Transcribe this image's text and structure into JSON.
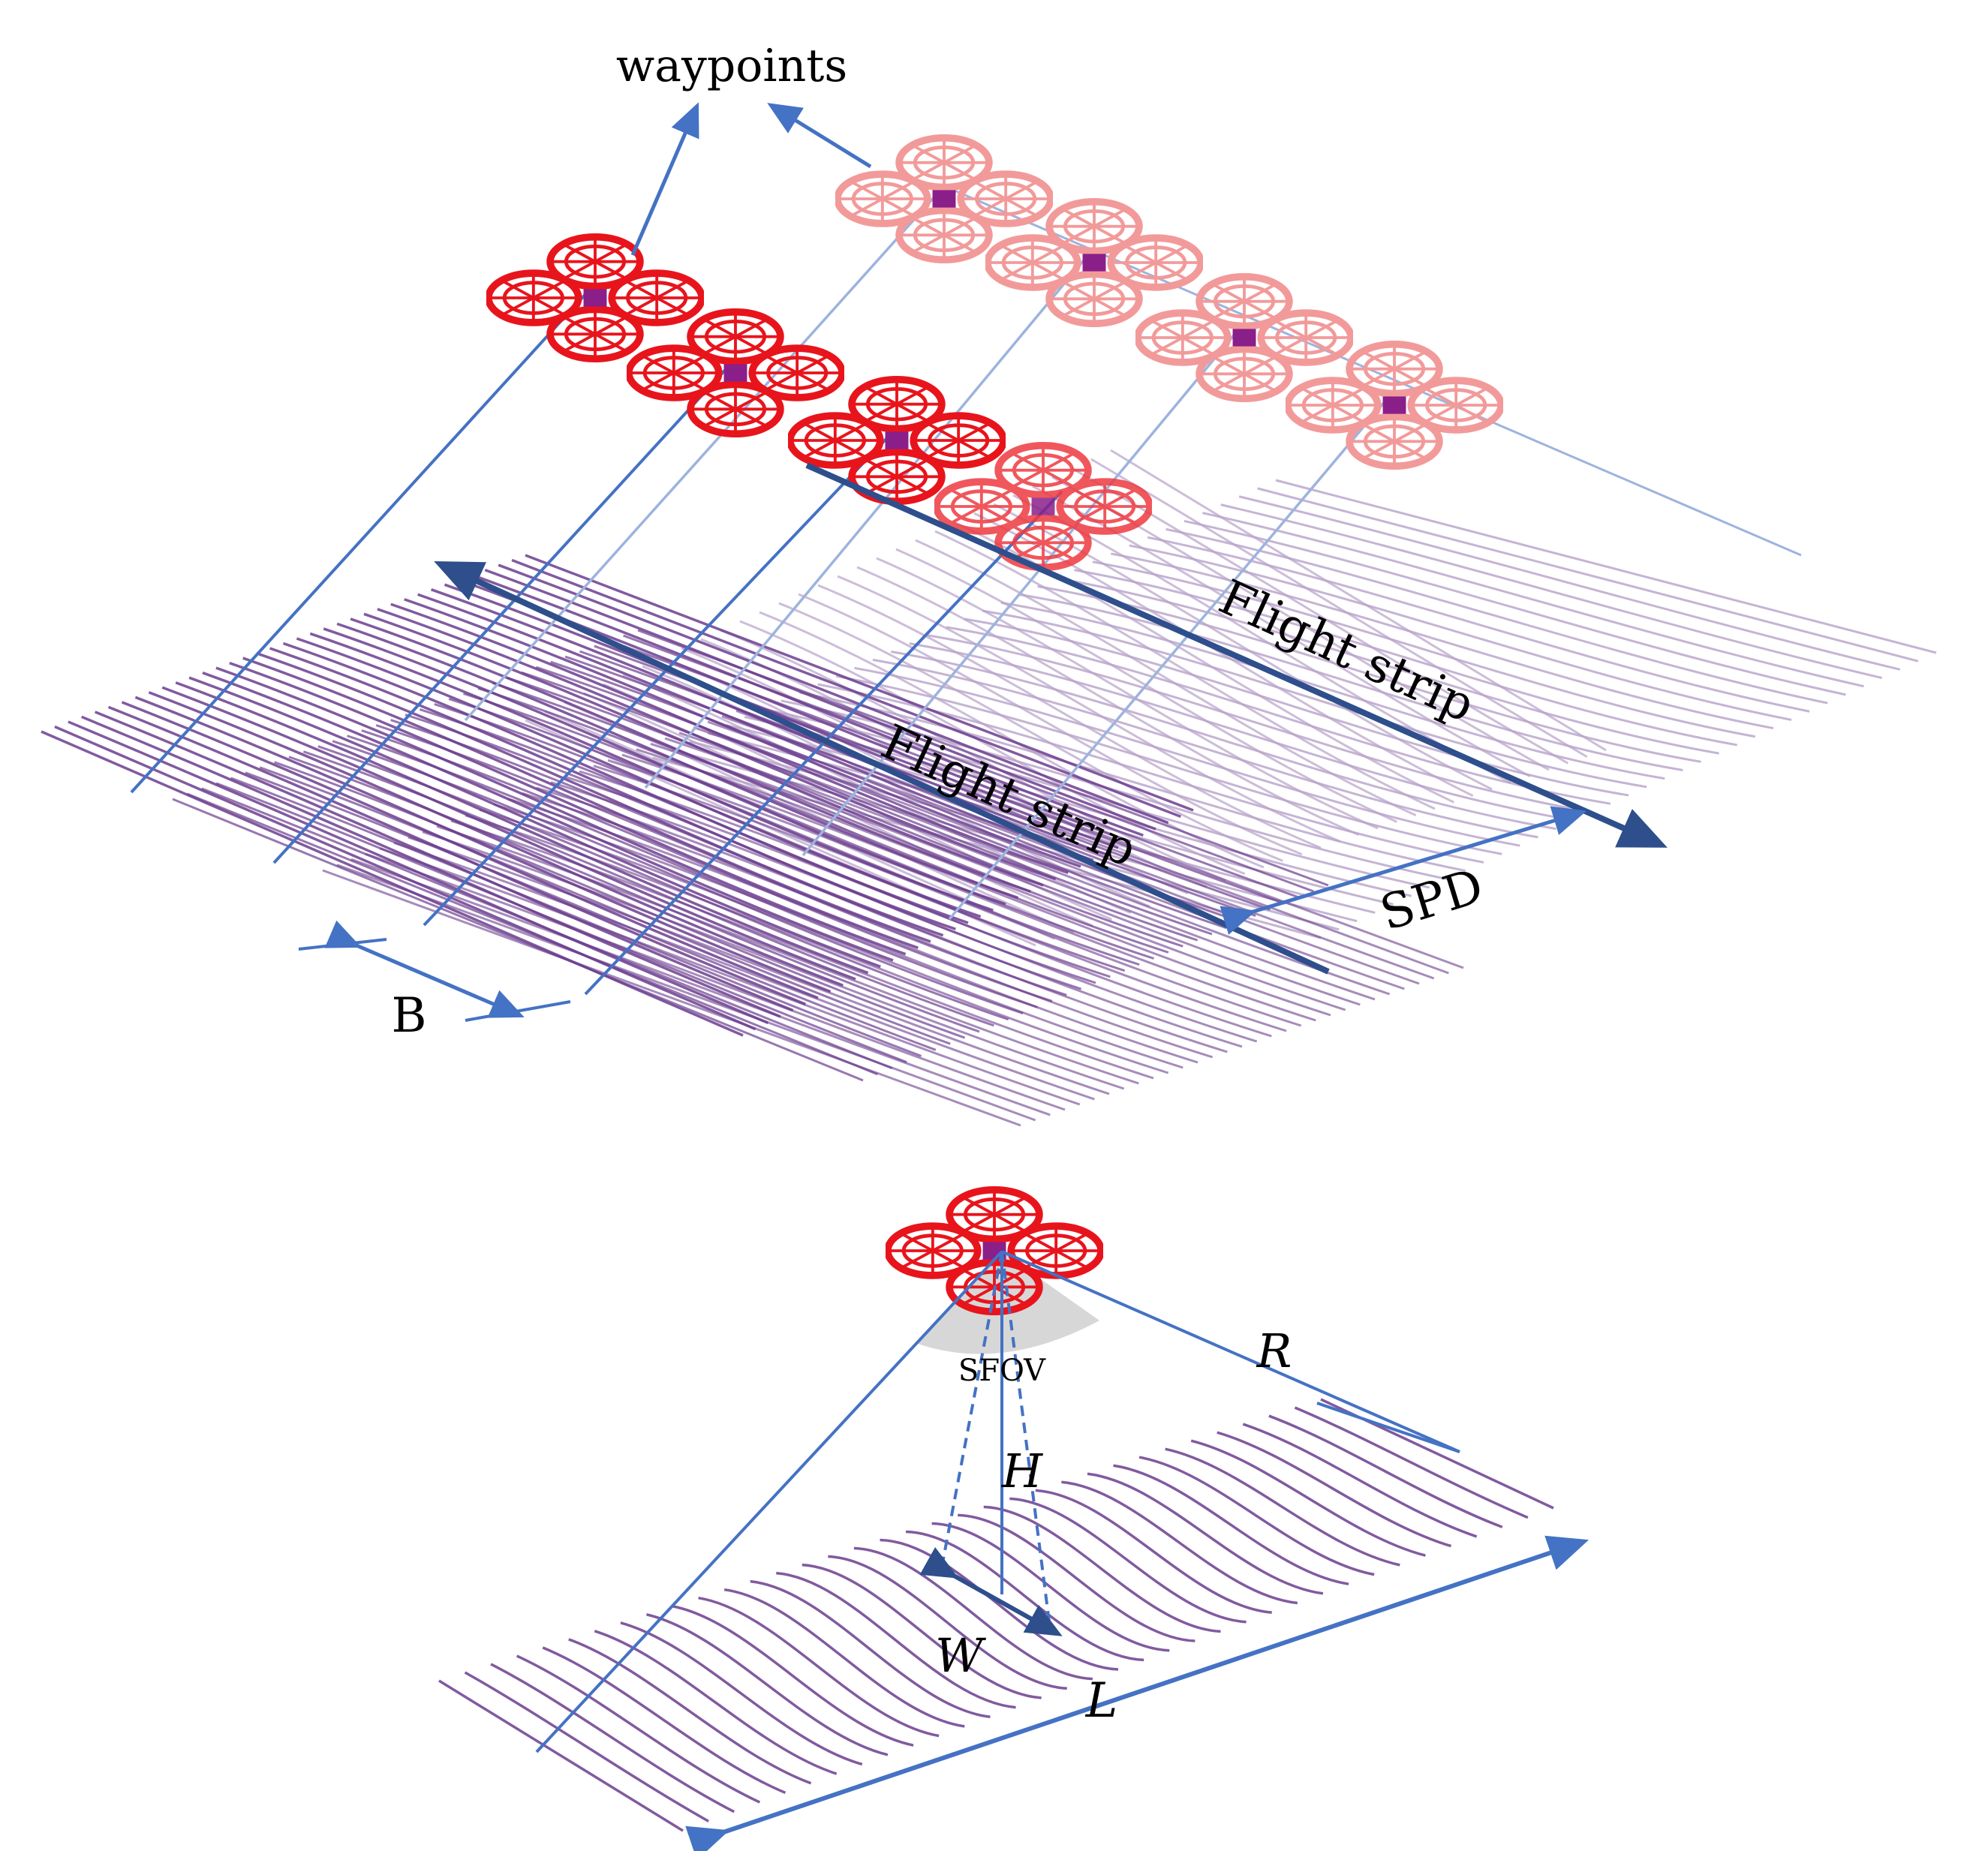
{
  "colors": {
    "background": "#ffffff",
    "arrow": "#4472c4",
    "arrow_dark": "#2e4f8c",
    "drone": "#e8141c",
    "drone_faded": "#f29a9a",
    "drone_hub": "#8a1f8a",
    "footprint": "#6b3d8e",
    "footprint_faded": "#b7a1c9",
    "sfov_fill": "#d0d0d0"
  },
  "icons": {
    "drone": "quadcopter-icon"
  },
  "top_panel": {
    "waypoints_label": "waypoints",
    "flight_strip_label_1": "Flight strip",
    "flight_strip_label_2": "Flight strip",
    "spd_label": "SPD",
    "b_label": "B"
  },
  "bottom_panel": {
    "sfov_label": "SFOV",
    "r_label": "R",
    "h_label": "H",
    "w_label": "W",
    "l_label": "L"
  }
}
